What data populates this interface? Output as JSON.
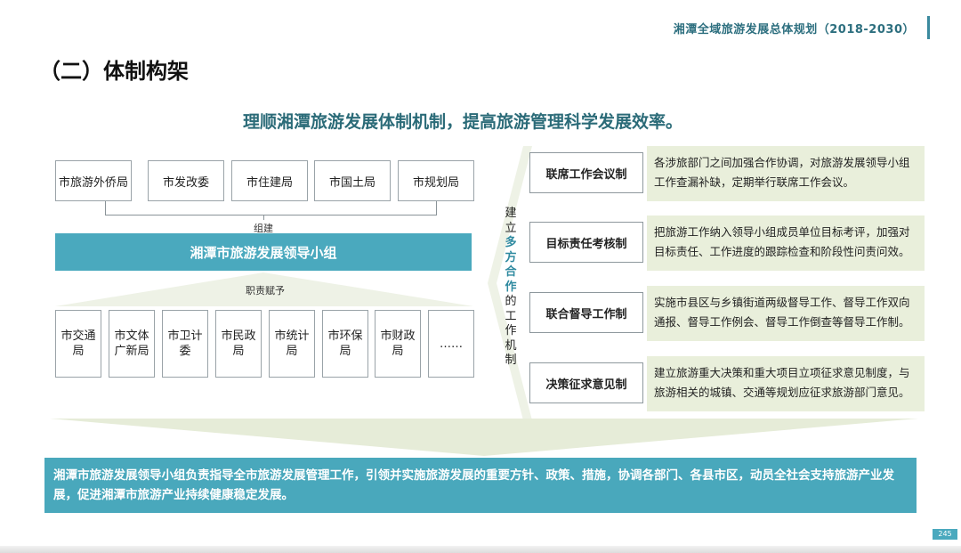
{
  "header": {
    "title": "湘潭全域旅游发展总体规划（2018-2030）"
  },
  "page_heading": "（二）体制构架",
  "subtitle": "理顺湘潭旅游发展体制机制，提高旅游管理科学发展效率。",
  "top_departments": [
    "市旅游外侨局",
    "市发改委",
    "市住建局",
    "市国土局",
    "市规划局"
  ],
  "label_form": "组建",
  "leading_group": "湘潭市旅游发展领导小组",
  "label_empower": "职责赋予",
  "bottom_departments": [
    "市交通局",
    "市文体广新局",
    "市卫计委",
    "市民政局",
    "市统计局",
    "市环保局",
    "市财政局",
    "……"
  ],
  "middle_label": {
    "pre": "建立",
    "highlight": "多方合作",
    "post": "的工作机制"
  },
  "mechanisms": [
    {
      "name": "联席工作会议制",
      "desc": "各涉旅部门之间加强合作协调，对旅游发展领导小组工作查漏补缺，定期举行联席工作会议。"
    },
    {
      "name": "目标责任考核制",
      "desc": "把旅游工作纳入领导小组成员单位目标考评，加强对目标责任、工作进度的跟踪检查和阶段性问责问效。"
    },
    {
      "name": "联合督导工作制",
      "desc": "实施市县区与乡镇街道两级督导工作、督导工作双向通报、督导工作例会、督导工作倒查等督导工作制。"
    },
    {
      "name": "决策征求意见制",
      "desc": "建立旅游重大决策和重大项目立项征求意见制度，与旅游相关的城镇、交通等规划应征求旅游部门意见。"
    }
  ],
  "summary": "湘潭市旅游发展领导小组负责指导全市旅游发展管理工作，引领并实施旅游发展的重要方针、政策、措施，协调各部门、各县市区，动员全社会支持旅游产业发展，促进湘潭市旅游产业持续健康稳定发展。",
  "page_number": "245",
  "colors": {
    "accent": "#4aa9be",
    "heading": "#2b6b78",
    "desc_bg": "#e9efdb",
    "arrow": "#e6ecd8"
  }
}
